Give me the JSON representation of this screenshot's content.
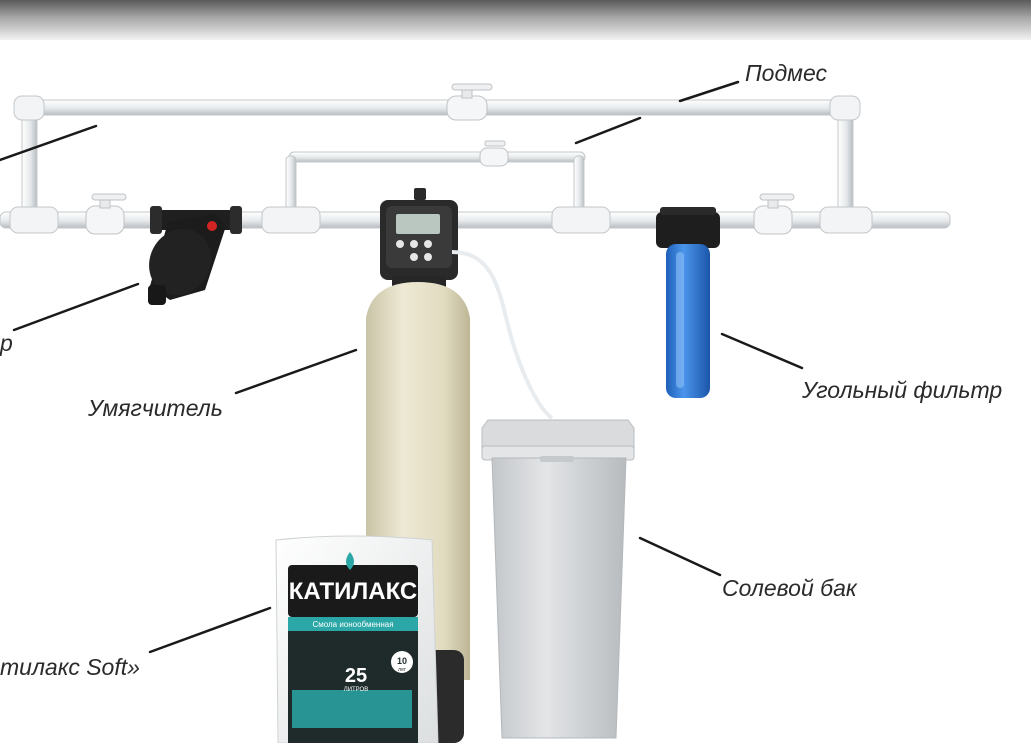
{
  "labels": {
    "podmes": "Подмес",
    "filter_partial": "р",
    "softener": "Умягчитель",
    "carbon_filter": "Угольный фильтр",
    "salt_tank": "Солевой бак",
    "resin_partial": "тилакс Soft»"
  },
  "bag": {
    "brand": "КАТИЛАКС",
    "subtitle": "Смола ионообменная",
    "volume_number": "25",
    "volume_unit": "ЛИТРОВ",
    "badge_number": "10",
    "badge_unit": "лет"
  },
  "colors": {
    "pipe": "#e9ecee",
    "pipe_edge": "#b9bec2",
    "tank": "#e4dfc6",
    "tank_base": "#2b2b2b",
    "brine_tank": "#d6d8da",
    "carbon_housing": "#2f7ad8",
    "filter_body": "#1f1f1f",
    "valve_red": "#d32424",
    "bag_accent": "#2aa7a6",
    "leader_line": "#1a1a1a"
  }
}
